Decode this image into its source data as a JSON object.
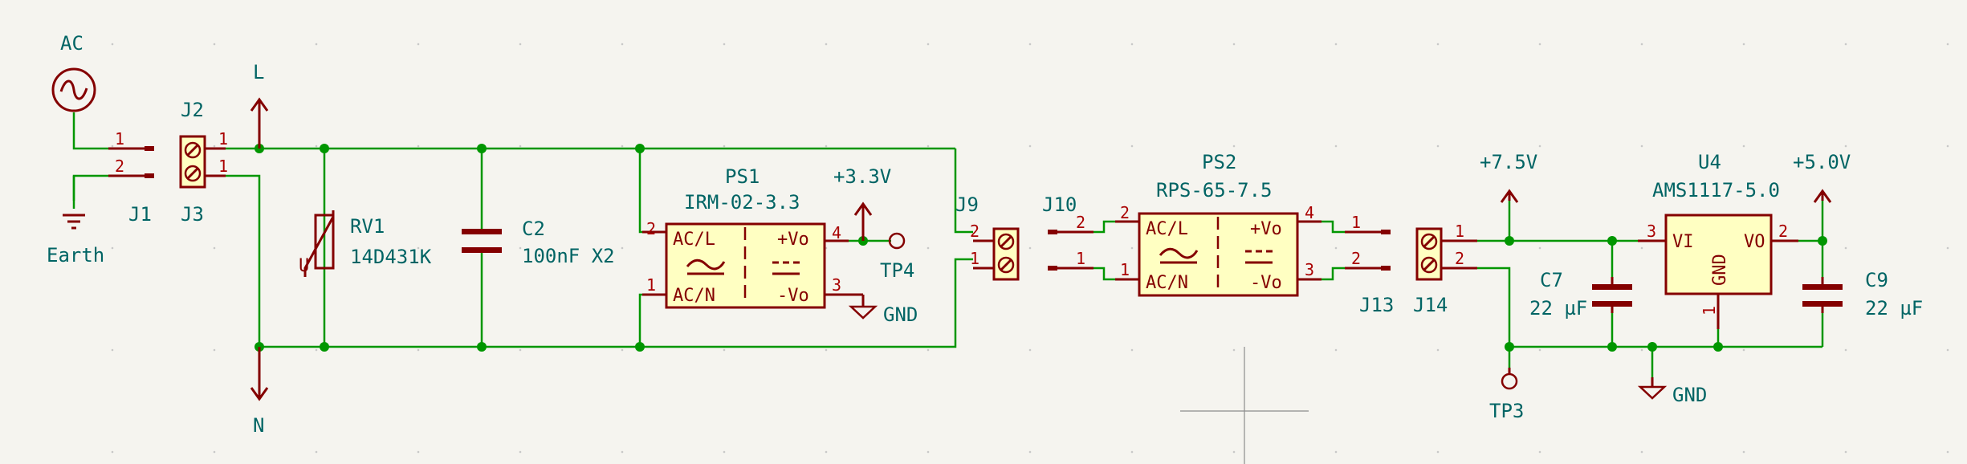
{
  "source": {
    "ref": "AC"
  },
  "j1": {
    "ref": "J1",
    "pins": [
      "1",
      "2"
    ],
    "earth": "Earth"
  },
  "j2": {
    "ref": "J2",
    "pin": "1",
    "net": "L"
  },
  "j3": {
    "ref": "J3",
    "pin": "1",
    "net": "N"
  },
  "rv1": {
    "ref": "RV1",
    "value": "14D431K",
    "symbol": "U"
  },
  "c2": {
    "ref": "C2",
    "value": "100nF X2"
  },
  "ps1": {
    "ref": "PS1",
    "value": "IRM-02-3.3",
    "pin_acl": "AC/L",
    "pin_acn": "AC/N",
    "pin_vop": "+Vo",
    "pin_von": "-Vo",
    "p2": "2",
    "p1": "1",
    "p4": "4",
    "p3": "3",
    "out_net": "+3.3V",
    "tp": "TP4",
    "gnd": "GND"
  },
  "j9": {
    "ref": "J9",
    "p2": "2",
    "p1": "1"
  },
  "j10": {
    "ref": "J10",
    "p2": "2",
    "p1": "1"
  },
  "ps2": {
    "ref": "PS2",
    "value": "RPS-65-7.5",
    "pin_acl": "AC/L",
    "pin_acn": "AC/N",
    "pin_vop": "+Vo",
    "pin_von": "-Vo",
    "p2": "2",
    "p1": "1",
    "p4": "4",
    "p3": "3"
  },
  "j13": {
    "ref": "J13",
    "p1": "1",
    "p2": "2"
  },
  "j14": {
    "ref": "J14",
    "p1": "1",
    "p2": "2"
  },
  "net_7v5": "+7.5V",
  "c7": {
    "ref": "C7",
    "value": "22 µF"
  },
  "tp3": {
    "ref": "TP3"
  },
  "u4": {
    "ref": "U4",
    "value": "AMS1117-5.0",
    "pin_vi": "VI",
    "pin_vo": "VO",
    "pin_gnd": "GND",
    "p3": "3",
    "p2": "2",
    "p1": "1"
  },
  "net_5v": "+5.0V",
  "c9": {
    "ref": "C9",
    "value": "22 µF"
  },
  "gnd2": "GND"
}
